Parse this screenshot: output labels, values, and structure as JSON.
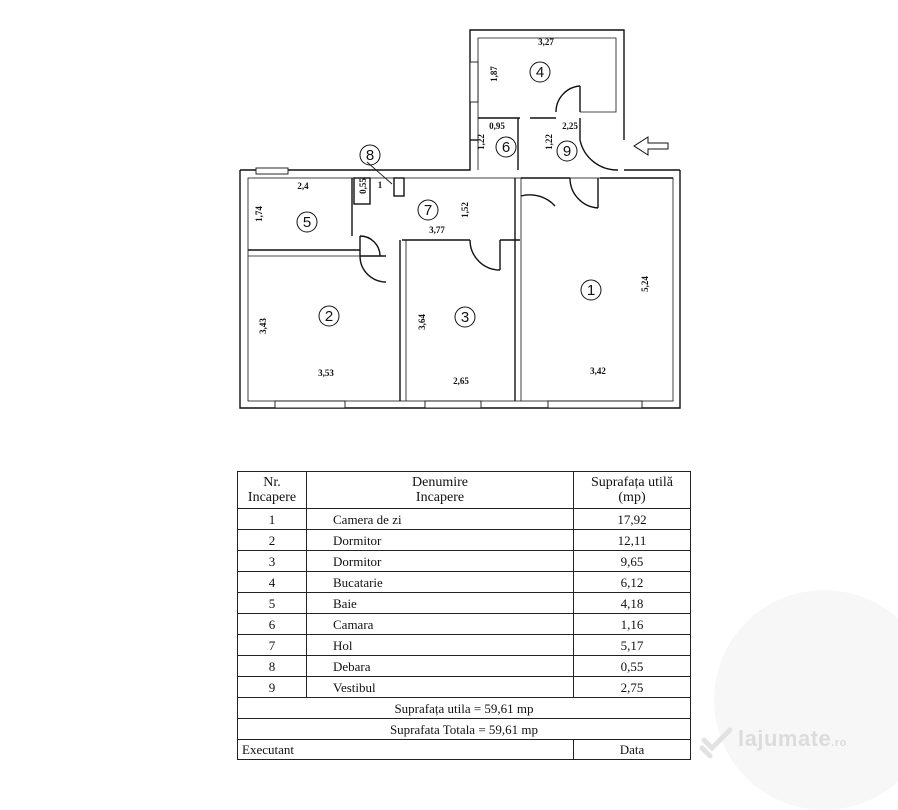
{
  "plan": {
    "rooms": [
      {
        "no": "1",
        "width": "3,42",
        "length": "5,24"
      },
      {
        "no": "2",
        "width": "3,53",
        "length": "3,43"
      },
      {
        "no": "3",
        "width": "2,65",
        "length": "3,64"
      },
      {
        "no": "4",
        "width": "3,27",
        "length": "1,87"
      },
      {
        "no": "5",
        "width": "2,4",
        "length": "1,74"
      },
      {
        "no": "6",
        "width": "0,95",
        "length": "1,22"
      },
      {
        "no": "7",
        "width": "3,77",
        "length": "1,52"
      },
      {
        "no": "8",
        "width": "1",
        "length": "0,55"
      },
      {
        "no": "9",
        "width": "2,25",
        "length": "1,22"
      }
    ]
  },
  "table": {
    "headers": {
      "nr_line1": "Nr.",
      "nr_line2": "Incapere",
      "name_line1": "Denumire",
      "name_line2": "Incapere",
      "area_line1": "Suprafața utilă",
      "area_line2": "(mp)"
    },
    "rows": [
      {
        "nr": "1",
        "name": "Camera de zi",
        "area": "17,92"
      },
      {
        "nr": "2",
        "name": "Dormitor",
        "area": "12,11"
      },
      {
        "nr": "3",
        "name": "Dormitor",
        "area": "9,65"
      },
      {
        "nr": "4",
        "name": "Bucatarie",
        "area": "6,12"
      },
      {
        "nr": "5",
        "name": "Baie",
        "area": "4,18"
      },
      {
        "nr": "6",
        "name": "Camara",
        "area": "1,16"
      },
      {
        "nr": "7",
        "name": "Hol",
        "area": "5,17"
      },
      {
        "nr": "8",
        "name": "Debara",
        "area": "0,55"
      },
      {
        "nr": "9",
        "name": "Vestibul",
        "area": "2,75"
      }
    ],
    "total_useful": "Suprafața utila = 59,61 mp",
    "total_overall": "Suprafata Totala = 59,61 mp",
    "footer_left": "Executant",
    "footer_right": "Data"
  },
  "watermark": {
    "text": "lajumate",
    "suffix": ".ro"
  }
}
